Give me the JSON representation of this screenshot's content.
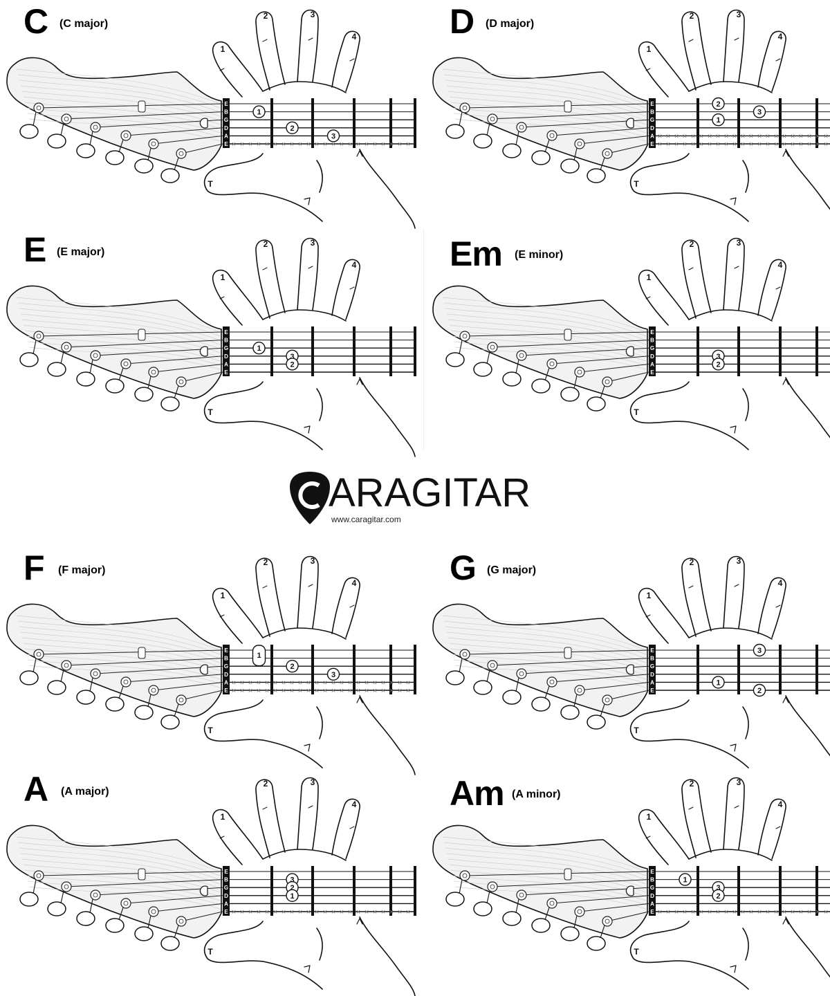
{
  "sheet": {
    "chords": [
      {
        "letter": "C",
        "subtitle": "(C major)",
        "muted_strings": [
          "E"
        ],
        "fingers": [
          {
            "finger": "1",
            "fret": 1,
            "string": "B"
          },
          {
            "finger": "2",
            "fret": 2,
            "string": "D"
          },
          {
            "finger": "3",
            "fret": 3,
            "string": "A"
          }
        ]
      },
      {
        "letter": "D",
        "subtitle": "(D major)",
        "muted_strings": [
          "A",
          "E"
        ],
        "fingers": [
          {
            "finger": "2",
            "fret": 2,
            "string": "E"
          },
          {
            "finger": "3",
            "fret": 3,
            "string": "B"
          },
          {
            "finger": "1",
            "fret": 2,
            "string": "G"
          }
        ]
      },
      {
        "letter": "E",
        "subtitle": "(E major)",
        "muted_strings": [],
        "fingers": [
          {
            "finger": "1",
            "fret": 1,
            "string": "G"
          },
          {
            "finger": "3",
            "fret": 2,
            "string": "D"
          },
          {
            "finger": "2",
            "fret": 2,
            "string": "A"
          }
        ]
      },
      {
        "letter": "Em",
        "subtitle": "(E minor)",
        "muted_strings": [],
        "fingers": [
          {
            "finger": "3",
            "fret": 2,
            "string": "D"
          },
          {
            "finger": "2",
            "fret": 2,
            "string": "A"
          }
        ]
      },
      {
        "letter": "F",
        "subtitle": "(F major)",
        "muted_strings": [
          "A",
          "E"
        ],
        "fingers": [
          {
            "finger": "1",
            "fret": 1,
            "string": "E-B",
            "barre": true
          },
          {
            "finger": "2",
            "fret": 2,
            "string": "G"
          },
          {
            "finger": "3",
            "fret": 3,
            "string": "D"
          }
        ]
      },
      {
        "letter": "G",
        "subtitle": "(G major)",
        "muted_strings": [],
        "fingers": [
          {
            "finger": "3",
            "fret": 3,
            "string": "E"
          },
          {
            "finger": "1",
            "fret": 2,
            "string": "A"
          },
          {
            "finger": "2",
            "fret": 3,
            "string": "E"
          }
        ]
      },
      {
        "letter": "A",
        "subtitle": "(A major)",
        "muted_strings": [
          "E"
        ],
        "fingers": [
          {
            "finger": "3",
            "fret": 2,
            "string": "B"
          },
          {
            "finger": "2",
            "fret": 2,
            "string": "G"
          },
          {
            "finger": "1",
            "fret": 2,
            "string": "D"
          }
        ]
      },
      {
        "letter": "Am",
        "subtitle": "(A minor)",
        "muted_strings": [
          "E"
        ],
        "fingers": [
          {
            "finger": "1",
            "fret": 1,
            "string": "B"
          },
          {
            "finger": "3",
            "fret": 2,
            "string": "G"
          },
          {
            "finger": "2",
            "fret": 2,
            "string": "D"
          }
        ]
      }
    ],
    "string_names": [
      "E",
      "B",
      "G",
      "D",
      "A",
      "E"
    ],
    "hand_labels": {
      "thumb": "T",
      "fingers": [
        "1",
        "2",
        "3",
        "4"
      ]
    },
    "mute_mark": "×"
  },
  "logo": {
    "pick_letter": "C",
    "word": "ARAGITAR",
    "url": "www.caragitar.com"
  }
}
